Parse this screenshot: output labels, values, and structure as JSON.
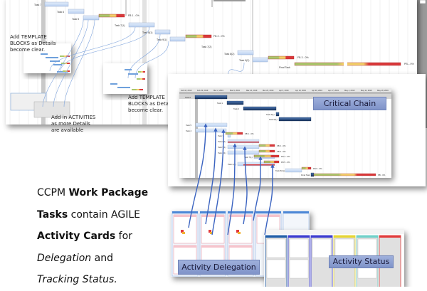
{
  "top_gantt": {
    "tasks": [
      "Task 7",
      "Task 6",
      "Task 5",
      "Task 7(1)",
      "Task 8(1)",
      "Task 9(1)",
      "Task 7(2)",
      "Task 8(2)",
      "Task 9(2)",
      "Final Task"
    ],
    "buffers": [
      "FB 1 - 0%",
      "FB 2 - 0%",
      "FB 3 - 0%",
      "PB – 0%"
    ]
  },
  "annotations": {
    "template_blocks_1": [
      "Add TEMPLATE",
      "BLOCKS as Details",
      "become clear."
    ],
    "template_blocks_2": [
      "Add TEMPLATE",
      "BLOCKS as Details",
      "become clear."
    ],
    "activities": [
      "Add in ACTIVITIES",
      "as more Details",
      "are available"
    ]
  },
  "critical_chain": {
    "title": "Critical Chain",
    "dates": [
      "Feb 16, 2019",
      "Feb 23, 2019",
      "Mar 2, 2019",
      "Mar 9, 2019",
      "Mar 16, 2019",
      "Mar 23, 2019",
      "Apr 6, 2019",
      "Apr 13, 2019",
      "Apr 20, 2019",
      "Apr 27, 2019",
      "May 4, 2019",
      "May 11, 2019",
      "May 18, 2019"
    ],
    "tasks": [
      "Task 0",
      "Task 1",
      "Task 2",
      "Task 4(1)",
      "Task 6(1)",
      "Task 5",
      "Task 4",
      "Task 3",
      "Task 8(1)",
      "Task 5(1)",
      "Task 4(1)",
      "Task 7(1)",
      "Task 4(1)",
      "Task 8(1)a",
      "Final Task"
    ],
    "buffers": [
      "FB 1 - 0%",
      "FB 2 - 0%",
      "FB 3 - 0%",
      "FB 4 - 0%",
      "FB 5 - 0%",
      "FB 6 - 0%",
      "PB - 0%"
    ]
  },
  "description": {
    "line1_normal": "CCPM ",
    "line1_bold": "Work Package",
    "line2_bold": "Tasks",
    "line2_normal": " contain AGILE",
    "line3_bold": "Activity Cards",
    "line3_normal": " for",
    "line4_italic": "Delegation",
    "line4_normal": " and",
    "line5_italic": "Tracking Status."
  },
  "labels": {
    "activity_delegation": "Activity Delegation",
    "activity_status": "Activity Status"
  },
  "colors": {
    "task_bar": "#c9dcf5",
    "critical_bar": "#1f3f6e",
    "buffer_green": "#a9c76b",
    "buffer_yellow": "#f2cf6a",
    "buffer_red": "#d9383a",
    "connector": "#3a63c0",
    "label_box": "#8fa2d4"
  }
}
